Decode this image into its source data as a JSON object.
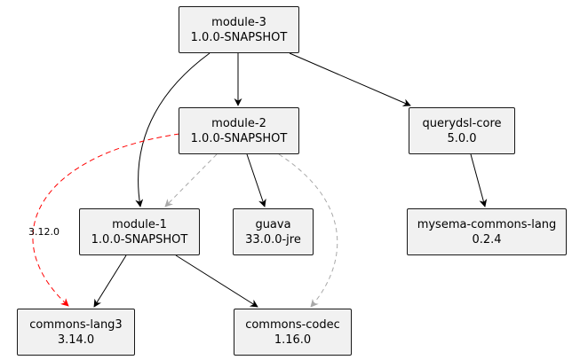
{
  "nodes": {
    "module3": {
      "name": "module-3",
      "version": "1.0.0-SNAPSHOT"
    },
    "module2": {
      "name": "module-2",
      "version": "1.0.0-SNAPSHOT"
    },
    "querydsl": {
      "name": "querydsl-core",
      "version": "5.0.0"
    },
    "module1": {
      "name": "module-1",
      "version": "1.0.0-SNAPSHOT"
    },
    "guava": {
      "name": "guava",
      "version": "33.0.0-jre"
    },
    "mysema": {
      "name": "mysema-commons-lang",
      "version": "0.2.4"
    },
    "lang3": {
      "name": "commons-lang3",
      "version": "3.14.0"
    },
    "codec": {
      "name": "commons-codec",
      "version": "1.16.0"
    }
  },
  "edge_labels": {
    "lang3_conflict": "3.12.0"
  },
  "colors": {
    "solid": "#000000",
    "omitted": "#a8a8a8",
    "conflict": "#ff0000"
  }
}
